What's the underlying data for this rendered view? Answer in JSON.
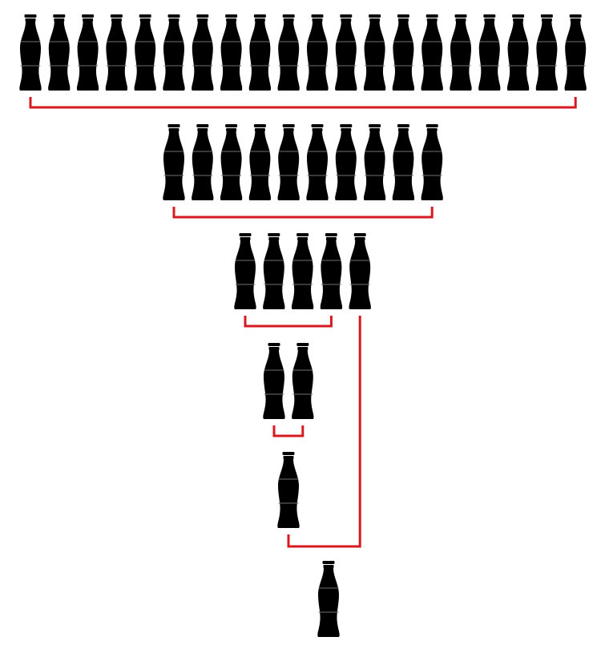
{
  "diagram": {
    "icon": "bottle-icon",
    "colors": {
      "bottle": "#000000",
      "bottle_stripe": "#6f6f6f",
      "connector": "#d71920",
      "background": "#ffffff"
    },
    "rows": [
      {
        "count": 20
      },
      {
        "count": 10
      },
      {
        "count": 5
      },
      {
        "count": 2
      },
      {
        "count": 1
      },
      {
        "count": 1
      }
    ]
  }
}
